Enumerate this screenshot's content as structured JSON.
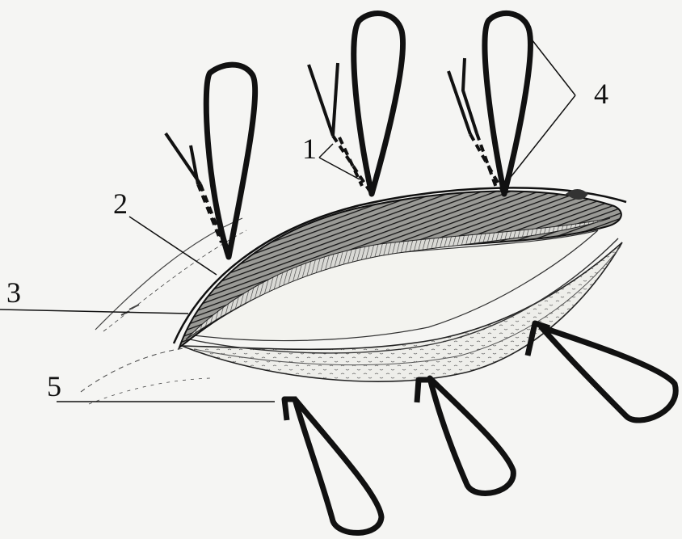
{
  "labels": {
    "l1": "1",
    "l2": "2",
    "l3": "3",
    "l4": "4",
    "l5": "5"
  }
}
